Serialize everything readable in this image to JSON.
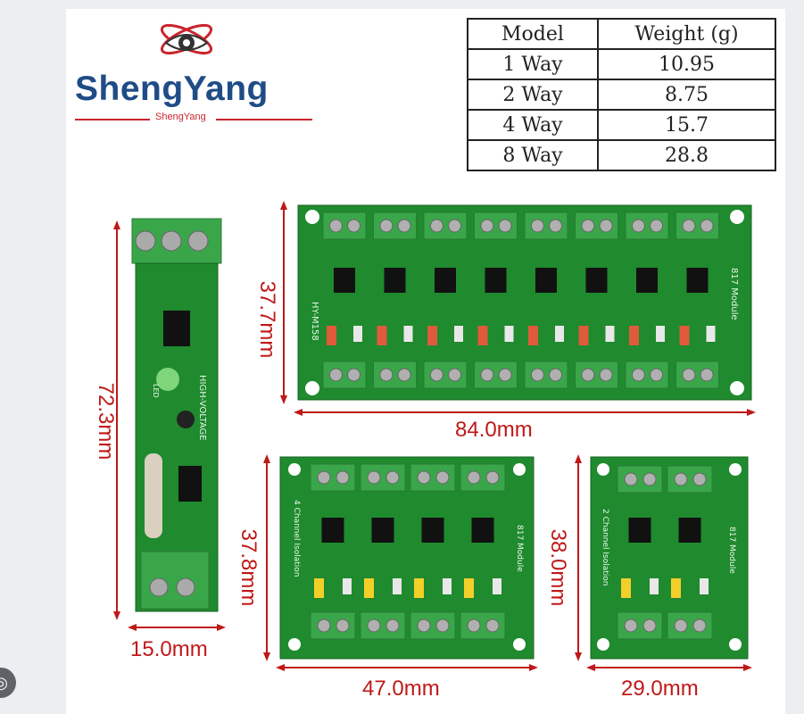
{
  "brand": {
    "name": "ShengYang",
    "subtitle": "ShengYang",
    "colors": {
      "primary": "#1f4c86",
      "accent": "#c9252b"
    }
  },
  "weight_table": {
    "headers": [
      "Model",
      "Weight (g)"
    ],
    "rows": [
      [
        "1 Way",
        "10.95"
      ],
      [
        "2 Way",
        "8.75"
      ],
      [
        "4 Way",
        "15.7"
      ],
      [
        "8 Way",
        "28.8"
      ]
    ]
  },
  "boards": {
    "one_way": {
      "labels": [
        "HIGH-VOLTAGE",
        "LED"
      ]
    },
    "eight_way": {
      "labels": [
        "HY-M158",
        "817 Module"
      ]
    },
    "four_way": {
      "labels": [
        "4 Channel Isolation",
        "817 Module"
      ]
    },
    "two_way": {
      "labels": [
        "2 Channel Isolation",
        "817 Module"
      ]
    }
  },
  "dimensions": {
    "one_way_height": "72.3mm",
    "one_way_width": "15.0mm",
    "eight_way_height": "37.7mm",
    "eight_way_width": "84.0mm",
    "four_way_height": "37.8mm",
    "four_way_width": "47.0mm",
    "two_way_height": "38.0mm",
    "two_way_width": "29.0mm"
  },
  "colors": {
    "pcb": "#1f8a2e",
    "terminal": "#3aa64a",
    "dimension": "#c01818"
  }
}
